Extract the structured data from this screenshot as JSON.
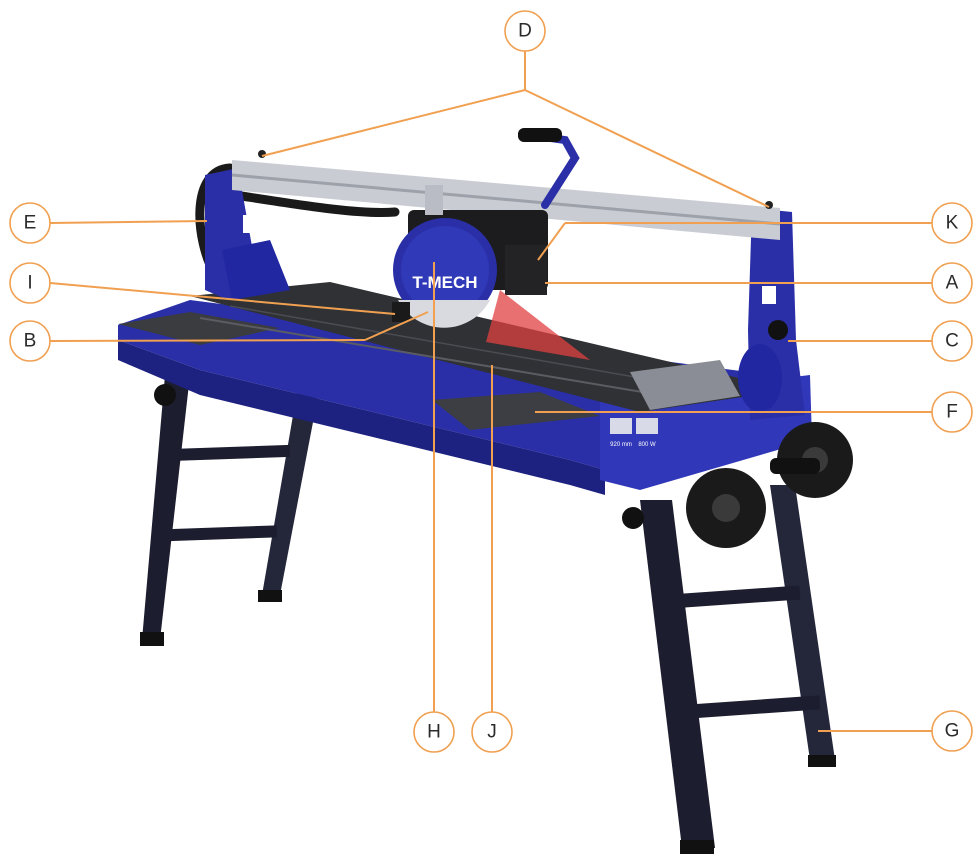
{
  "brand": {
    "logo_text": "T-MECH"
  },
  "spec_plate": {
    "length": "920 mm",
    "power": "800 W"
  },
  "colors": {
    "callout": "#f0a050",
    "frame_blue": "#2a2fa8",
    "leg_dark": "#1c1d2e",
    "rail_silver": "#c9ccd3",
    "laser": "#e04040"
  },
  "callouts": {
    "A": "A",
    "B": "B",
    "C": "C",
    "D": "D",
    "E": "E",
    "F": "F",
    "G": "G",
    "H": "H",
    "I": "I",
    "J": "J",
    "K": "K"
  }
}
